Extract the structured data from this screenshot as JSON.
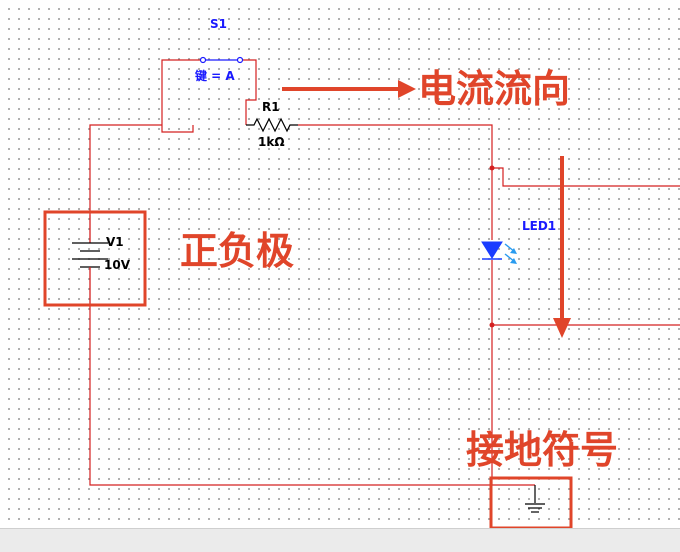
{
  "components": {
    "switch": {
      "ref": "S1",
      "key": "键 = A"
    },
    "resistor": {
      "ref": "R1",
      "value": "1kΩ"
    },
    "battery": {
      "ref": "V1",
      "value": "10V"
    },
    "led": {
      "ref": "LED1"
    }
  },
  "annotations": {
    "current_flow": "电流流向",
    "polarity": "正负极",
    "ground_symbol": "接地符号"
  },
  "colors": {
    "wire": "#d42020",
    "annotation": "#e0452a",
    "label_blue": "#1a1aff",
    "led_blue": "#1a3cff"
  }
}
